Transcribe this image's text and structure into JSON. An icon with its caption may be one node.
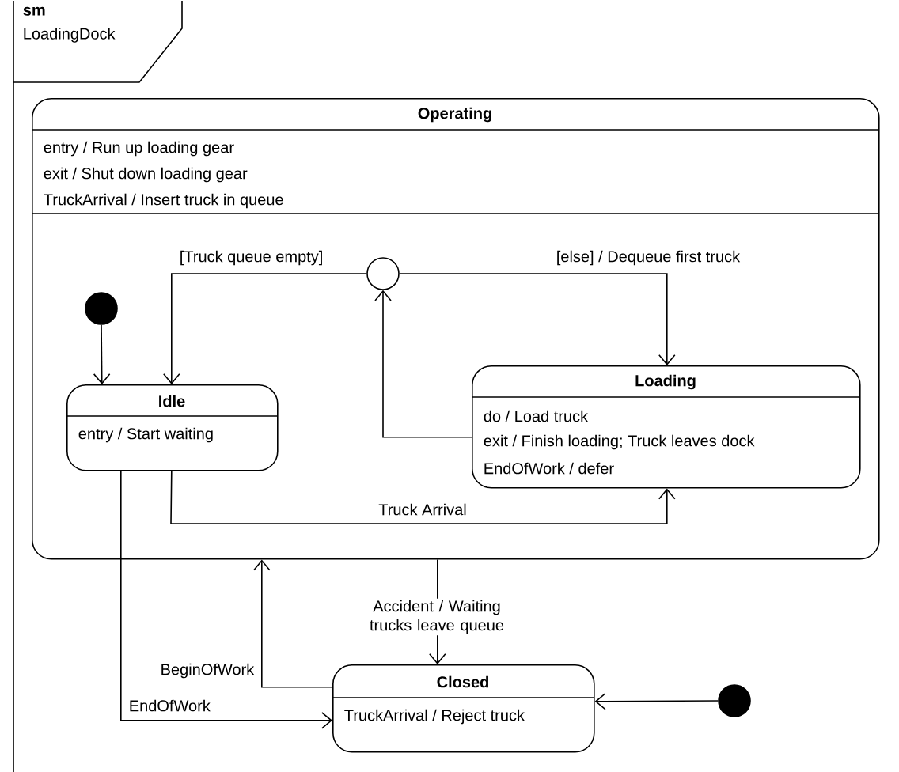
{
  "diagram": {
    "title": "**sm** LoadingDock",
    "nodes": [
      {
        "text": [
          "Operating",
          "entry / Run up loading gear",
          "exit / Shut down loading gear",
          "TruckArrival / Insert truck in queue"
        ]
      },
      {
        "text": [],
        "shape": "circle",
        "in": 0
      },
      {
        "text": [],
        "shape": "circle",
        "in": 0
      },
      {
        "text": [
          "Idle",
          "entry / Start waiting"
        ],
        "in": 0
      },
      {
        "text": [
          "Loading",
          "do / Load truck",
          "exit / Finish loading; Truck leaves dock",
          "EndOfWork / defer"
        ],
        "in": 0
      },
      {
        "text": [
          "Closed",
          "TruckArrival / Reject truck"
        ]
      },
      {
        "text": [],
        "shape": "circle"
      }
    ],
    "edges": [
      {
        "from": 1,
        "to": 3,
        "arrow": "to"
      },
      {
        "from": 2,
        "to": 3,
        "arrow": "to",
        "label": "[Truck queue empty]"
      },
      {
        "from": 2,
        "to": 4,
        "arrow": "to",
        "label": "[else] / Dequeue first truck"
      },
      {
        "from": 4,
        "to": 2,
        "arrow": "to"
      },
      {
        "from": 3,
        "to": 4,
        "arrow": "to",
        "label": "Truck Arrival"
      },
      {
        "from": 0,
        "to": 5,
        "arrow": "to",
        "label": "Accident / Waiting trucks leave queue"
      },
      {
        "from": 5,
        "to": 0,
        "arrow": "to",
        "label": "BeginOfWork"
      },
      {
        "from": 3,
        "to": 5,
        "arrow": "to",
        "label": "EndOfWork"
      },
      {
        "from": 6,
        "to": 5,
        "arrow": "to"
      }
    ]
  }
}
